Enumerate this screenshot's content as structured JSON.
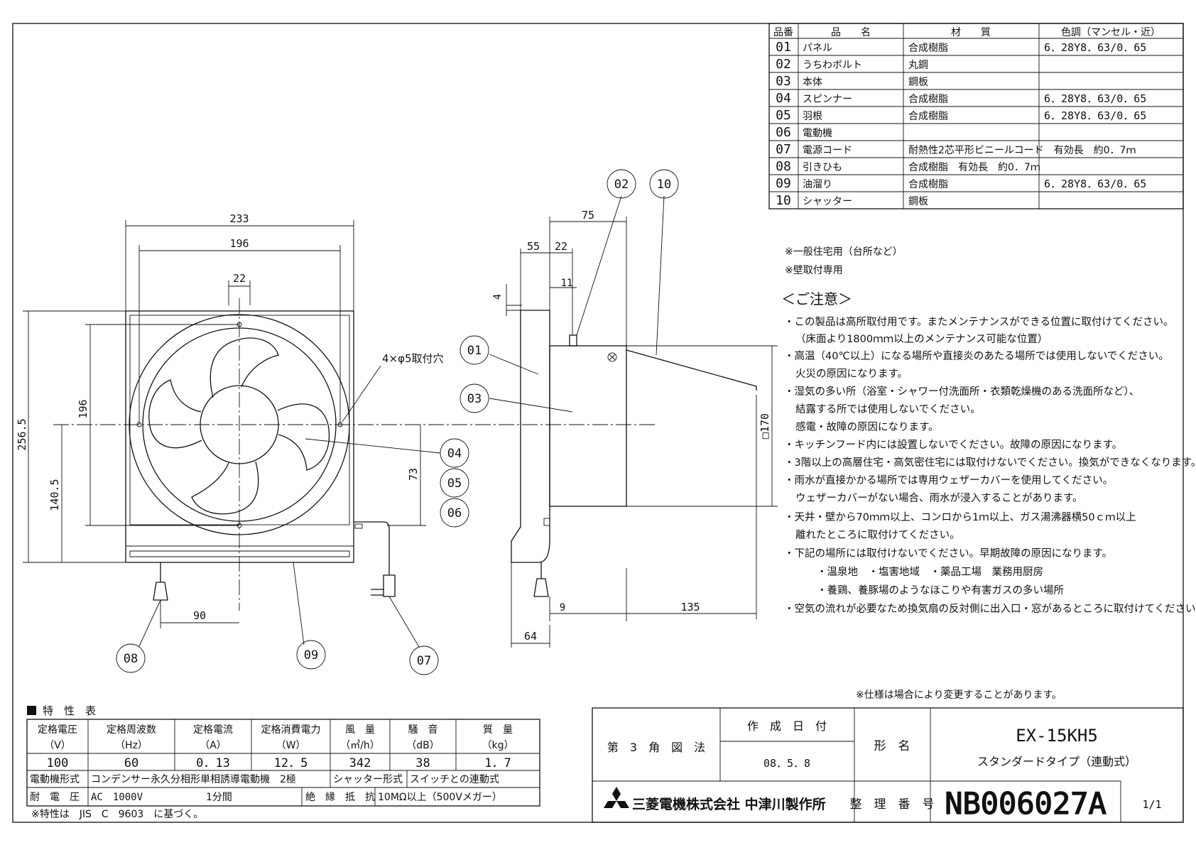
{
  "parts_table": {
    "headers": [
      "品番",
      "品　　名",
      "材　　質",
      "色調（マンセル・近）"
    ],
    "rows": [
      {
        "no": "01",
        "name": "パネル",
        "material": "合成樹脂",
        "color": "6．28Y8．63/0．65"
      },
      {
        "no": "02",
        "name": "うちわボルト",
        "material": "丸鋼",
        "color": ""
      },
      {
        "no": "03",
        "name": "本体",
        "material": "鋼板",
        "color": ""
      },
      {
        "no": "04",
        "name": "スピンナー",
        "material": "合成樹脂",
        "color": "6．28Y8．63/0．65"
      },
      {
        "no": "05",
        "name": "羽根",
        "material": "合成樹脂",
        "color": "6．28Y8．63/0．65"
      },
      {
        "no": "06",
        "name": "電動機",
        "material": "",
        "color": ""
      },
      {
        "no": "07",
        "name": "電源コード",
        "material": "耐熱性2芯平形ビニールコード　有効長　約0．7ｍ",
        "color": ""
      },
      {
        "no": "08",
        "name": "引きひも",
        "material": "合成樹脂　有効長　約0．7ｍ",
        "color": ""
      },
      {
        "no": "09",
        "name": "油溜り",
        "material": "合成樹脂",
        "color": "6．28Y8．63/0．65"
      },
      {
        "no": "10",
        "name": "シャッター",
        "material": "鋼板",
        "color": ""
      }
    ]
  },
  "notes": {
    "usage1": "※一般住宅用（台所など）",
    "usage2": "※壁取付専用",
    "caution_title": "＜ご注意＞",
    "lines": [
      "・この製品は高所取付用です。またメンテナンスができる位置に取付けてください。",
      "（床面より1800ｍｍ以上のメンテナンス可能な位置）",
      "・高温（40℃以上）になる場所や直接炎のあたる場所では使用しないでください。",
      "火災の原因になります。",
      "・湿気の多い所（浴室・シャワー付洗面所・衣類乾燥機のある洗面所など）、",
      "結露する所では使用しないでください。",
      "感電・故障の原因になります。",
      "・キッチンフード内には設置しないでください。故障の原因になります。",
      "・3階以上の高層住宅・高気密住宅には取付けないでください。換気ができなくなります。",
      "・雨水が直接かかる場所では専用ウェザーカバーを使用してください。",
      "ウェザーカバーがない場合、雨水が浸入することがあります。",
      "・天井・壁から70ｍｍ以上、コンロから1ｍ以上、ガス湯沸器横50ｃｍ以上",
      "離れたところに取付けてください。",
      "・下記の場所には取付けないでください。早期故障の原因になります。",
      "・温泉地　・塩害地域　・薬品工場　業務用厨房",
      "・養鶏、養豚場のようなほこりや有害ガスの多い場所",
      "・空気の流れが必要なため換気扇の反対側に出入口・窓があるところに取付けてください。"
    ],
    "spec_change": "※仕様は場合により変更することがあります。"
  },
  "drawing": {
    "front": {
      "dim_233": "233",
      "dim_196_top": "196",
      "dim_22": "22",
      "dim_196_left": "196",
      "dim_256_5": "256.5",
      "dim_140_5": "140.5",
      "dim_73": "73",
      "dim_90": "90",
      "hole_label": "4×φ5取付穴"
    },
    "side": {
      "dim_75": "75",
      "dim_55": "55",
      "dim_22": "22",
      "dim_11": "11",
      "dim_4": "4",
      "dim_170": "□170",
      "dim_9": "9",
      "dim_135": "135",
      "dim_64": "64"
    },
    "callouts": [
      "01",
      "02",
      "03",
      "04",
      "05",
      "06",
      "07",
      "08",
      "09",
      "10"
    ]
  },
  "spec_table": {
    "title": "特　性　表",
    "headers": [
      {
        "top": "定格電圧",
        "bottom": "（V）"
      },
      {
        "top": "定格周波数",
        "bottom": "（Hz）"
      },
      {
        "top": "定格電流",
        "bottom": "（A）"
      },
      {
        "top": "定格消費電力",
        "bottom": "（W）"
      },
      {
        "top": "風　量",
        "bottom": "（㎥/h）"
      },
      {
        "top": "騒　音",
        "bottom": "（dB）"
      },
      {
        "top": "質　量",
        "bottom": "（kg）"
      }
    ],
    "values": [
      "100",
      "60",
      "0．13",
      "12．5",
      "342",
      "38",
      "1．7"
    ],
    "motor_label": "電動機形式",
    "motor_value": "コンデンサー永久分相形単相誘導電動機　2極",
    "shutter_label": "シャッター形式",
    "shutter_value": "スイッチとの連動式",
    "voltage_label": "耐　電　圧",
    "voltage_value": "AC　1000V",
    "voltage_time": "1分間",
    "insulation_label": "絶　縁　抵　抗",
    "insulation_value": "10MΩ以上（500Vメガー）",
    "footnote": "※特性は　JIS　C　9603　に基づく。"
  },
  "title_block": {
    "projection": "第　3　角　図　法",
    "date_label": "作　成　日　付",
    "date_value": "08．5．8",
    "model_label": "形　名",
    "model_value": "EX-15KH5",
    "model_sub": "スタンダードタイプ（連動式）",
    "company": "三菱電機株式会社 中津川製作所",
    "ref_label": "整　理　番　号",
    "ref_value": "NB006027A",
    "sheet": "1/1"
  }
}
